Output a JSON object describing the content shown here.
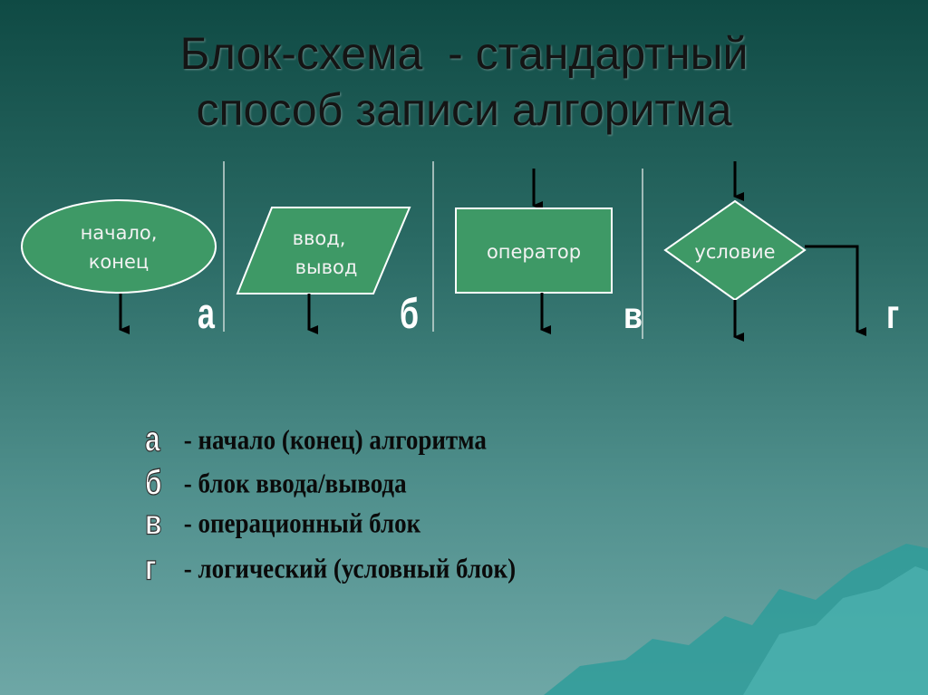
{
  "colors": {
    "shape_fill": "#3e9966",
    "shape_stroke": "#ffffff",
    "arrow": "#000000",
    "divider": "#c9d8d6",
    "mountain": "#2f9c9a"
  },
  "title": {
    "line1": "Блок-схема  - стандартный",
    "line2": "способ записи алгоритма"
  },
  "shapes": {
    "terminal": {
      "label_line1": "начало,",
      "label_line2": "конец",
      "letter": "а"
    },
    "io": {
      "label_line1": "ввод,",
      "label_line2": "вывод",
      "letter": "б"
    },
    "process": {
      "label": "оператор",
      "letter": "в"
    },
    "decision": {
      "label": "условие",
      "letter": "г"
    }
  },
  "legend": [
    {
      "letter": "а",
      "text": "- начало (конец) алгоритма"
    },
    {
      "letter": "б",
      "text": "- блок ввода/вывода"
    },
    {
      "letter": "в",
      "text": "- операционный блок"
    },
    {
      "letter": "г",
      "text": "- логический (условный блок)"
    }
  ]
}
